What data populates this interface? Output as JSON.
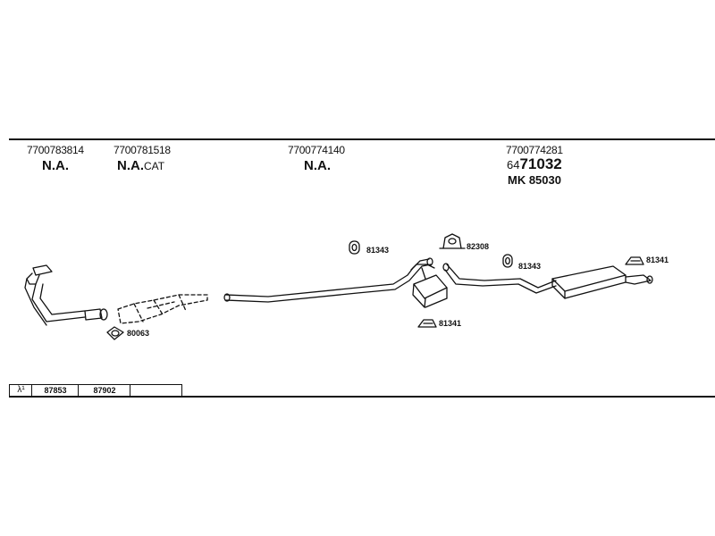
{
  "columns": [
    {
      "part_number": "7700783814",
      "status": "N.A.",
      "suffix": ""
    },
    {
      "part_number": "7700781518",
      "status": "N.A.",
      "suffix": "CAT"
    },
    {
      "part_number": "7700774140",
      "status": "N.A.",
      "suffix": ""
    },
    {
      "part_number": "7700774281",
      "prefix": "64",
      "main": "71032",
      "mk": "MK 85030"
    }
  ],
  "callouts": {
    "gasket": "80063",
    "hanger_left": "81343",
    "clamp": "82308",
    "hanger_right": "81343",
    "mount_mid": "81341",
    "mount_rear": "81341"
  },
  "table": {
    "symbol": "λ¹",
    "cells": [
      "87853",
      "87902",
      ""
    ]
  },
  "icons": [
    "manifold-pipe",
    "catalytic-converter",
    "front-pipe",
    "middle-silencer",
    "rear-silencer",
    "rubber-hanger",
    "pipe-clamp",
    "rubber-mount",
    "flange-gasket"
  ]
}
